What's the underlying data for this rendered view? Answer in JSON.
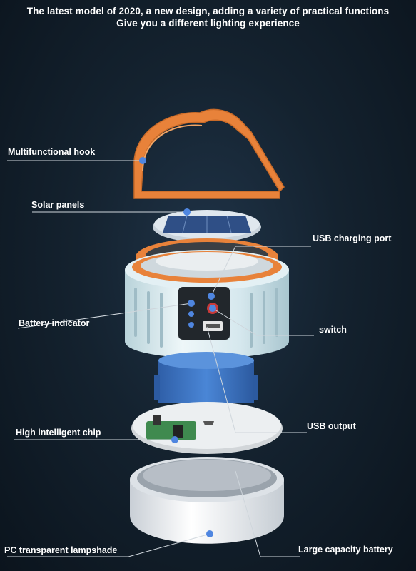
{
  "header": {
    "line1": "The latest model of 2020, a new design, adding a variety of practical functions",
    "line2": "Give you a different lighting experience"
  },
  "labels": {
    "hook": "Multifunctional hook",
    "solar": "Solar panels",
    "usb_port": "USB charging port",
    "battery_indicator": "Battery indicator",
    "switch": "switch",
    "chip": "High intelligent chip",
    "usb_output": "USB output",
    "lampshade": "PC transparent lampshade",
    "battery": "Large capacity battery"
  },
  "colors": {
    "background": "#14222f",
    "hook": "#e8823a",
    "lamp_body": "#dfeef2",
    "battery_blue": "#3f78c9",
    "marker_dot": "#4f86e0"
  }
}
